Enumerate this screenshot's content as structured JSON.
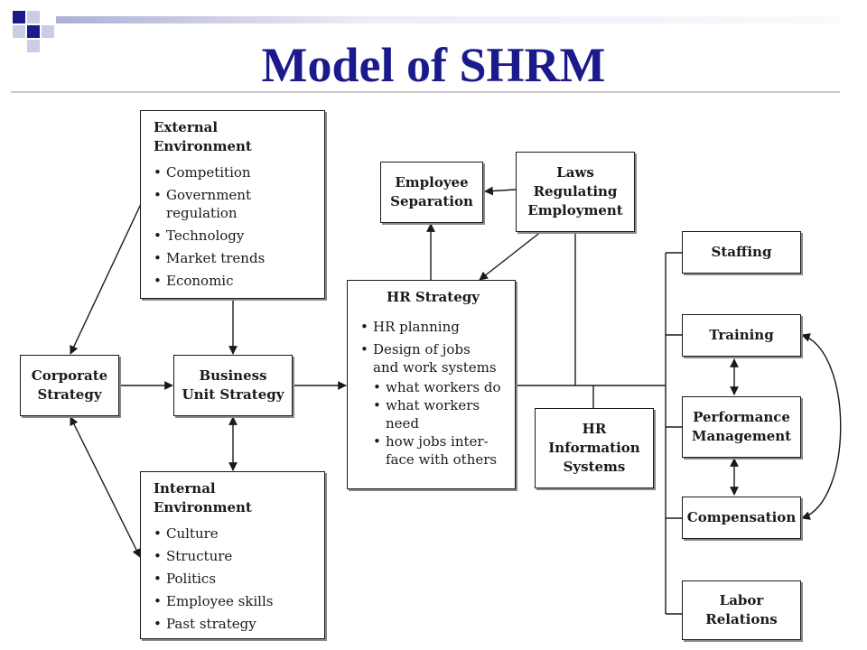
{
  "title": "Model of SHRM",
  "nodes": {
    "external_environment": {
      "heading": "External Environment",
      "items": [
        "Competition",
        "Government\nregulation",
        "Technology",
        "Market trends",
        "Economic"
      ]
    },
    "internal_environment": {
      "heading": "Internal Environment",
      "items": [
        "Culture",
        "Structure",
        "Politics",
        "Employee skills",
        "Past strategy"
      ]
    },
    "corporate_strategy": "Corporate\nStrategy",
    "business_unit_strategy": "Business\nUnit Strategy",
    "employee_separation": "Employee\nSeparation",
    "laws_regulating_employment": "Laws\nRegulating\nEmployment",
    "hr_strategy": {
      "heading": "HR Strategy",
      "items": [
        "HR planning",
        "Design of jobs\nand work systems"
      ],
      "subitems": [
        "what workers do",
        "what workers\nneed",
        "how jobs inter-\nface with others"
      ]
    },
    "hr_information_systems": "HR\nInformation\nSystems",
    "staffing": "Staffing",
    "training": "Training",
    "performance_management": "Performance\nManagement",
    "compensation": "Compensation",
    "labor_relations": "Labor\nRelations"
  },
  "colors": {
    "title": "#1a1a8c",
    "deco_dark": "#1a1a8c",
    "deco_light": "#c9cde6",
    "line": "#1a1a1a",
    "box_shadow": "#8a8a8a"
  }
}
